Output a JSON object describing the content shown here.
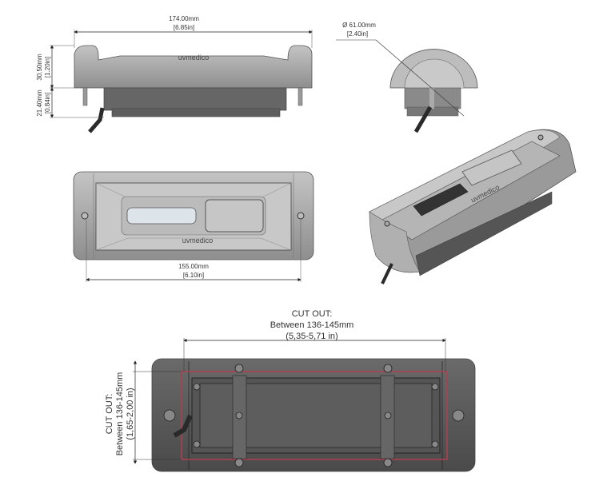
{
  "brand": "uvmedico",
  "colors": {
    "body": "#a9a9a9",
    "dark_body": "#6e6e6e",
    "cutout_outline": "#b04050",
    "cable": "#2a2a2a"
  },
  "side_view": {
    "width_mm": "174.00mm",
    "width_in": "[6.85in]",
    "height_top_mm": "30.50mm",
    "height_top_in": "[1.20in]",
    "height_bottom_mm": "21.40mm",
    "height_bottom_in": "[0.84in]"
  },
  "end_view": {
    "diameter_mm": "Ø 61.00mm",
    "diameter_in": "[2.40in]"
  },
  "top_view": {
    "hole_spacing_mm": "155.00mm",
    "hole_spacing_in": "[6.10in]"
  },
  "bottom_view": {
    "cutout_width_title": "CUT OUT:",
    "cutout_width_range": "Between 136-145mm",
    "cutout_width_in": "(5,35-5,71 in)",
    "cutout_height_title": "CUT OUT:",
    "cutout_height_range": "Between 136-145mm",
    "cutout_height_in": "(1,65-2,00 in)"
  }
}
